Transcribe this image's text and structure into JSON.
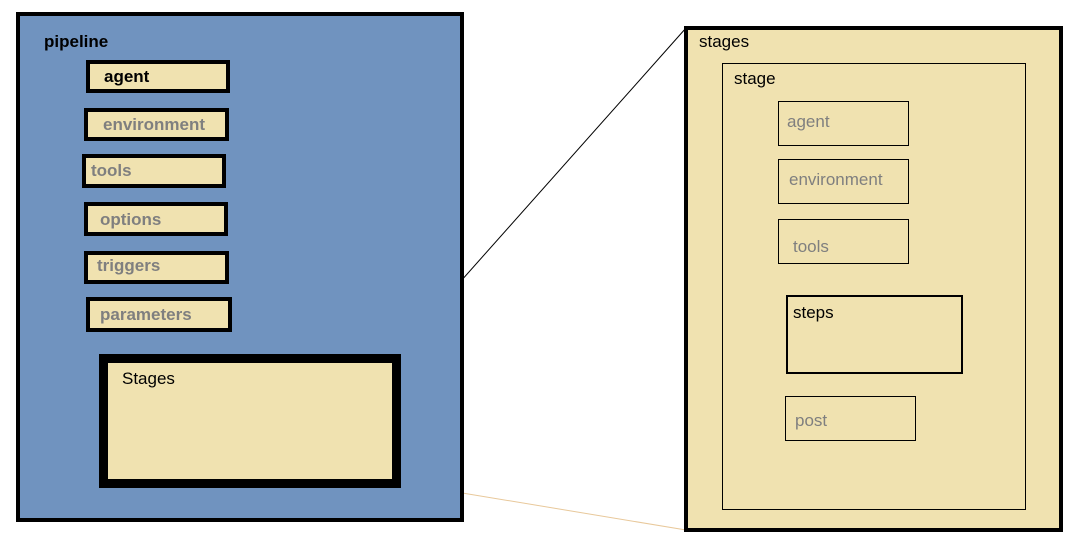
{
  "pipeline": {
    "title": "pipeline",
    "items": [
      {
        "label": "agent"
      },
      {
        "label": "environment"
      },
      {
        "label": "tools"
      },
      {
        "label": "options"
      },
      {
        "label": "triggers"
      },
      {
        "label": "parameters"
      }
    ],
    "stages_label": "Stages"
  },
  "detail": {
    "title": "stages",
    "stage": {
      "title": "stage",
      "items": [
        {
          "label": "agent"
        },
        {
          "label": "environment"
        },
        {
          "label": "tools"
        },
        {
          "label": "steps"
        },
        {
          "label": "post"
        }
      ]
    }
  },
  "colors": {
    "pipeline_background": "#7093BF",
    "box_fill": "#F0E2B0",
    "muted_text": "#7f7f7f",
    "border": "#000000",
    "lower_connector": "#E8C89A"
  }
}
